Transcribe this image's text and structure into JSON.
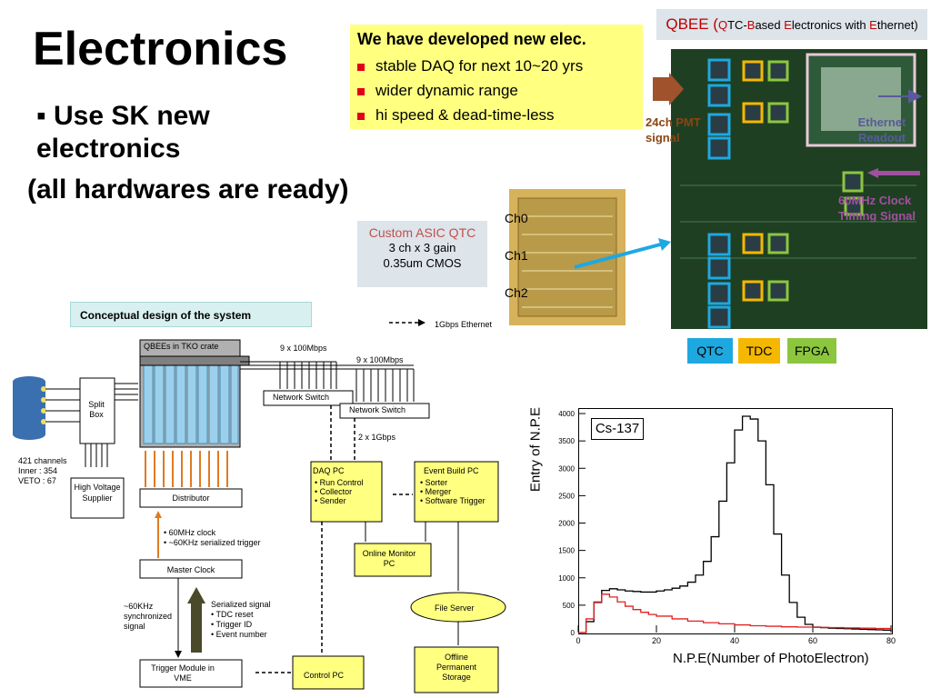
{
  "slide": {
    "title": "Electronics",
    "bullet": "▪ Use SK new electronics",
    "sub": "(all hardwares are ready)"
  },
  "yellow_box": {
    "heading": "We have developed new elec.",
    "items": [
      "stable DAQ for next 10~20 yrs",
      "wider dynamic range",
      "hi speed & dead-time-less"
    ]
  },
  "qbee": {
    "title_q": "Q",
    "title_tc": "TC-",
    "title_b": "B",
    "title_ased": "ased ",
    "title_e": "E",
    "title_lect": "lectronics with ",
    "title_e2": "E",
    "title_thernet": "thernet)",
    "title_prefix": "QBEE (",
    "pmt_label": "24ch PMT signal",
    "eth_label": "Ethernet Readout",
    "clock_label": "60MHz Clock Timing Signal",
    "legend": [
      {
        "label": "QTC",
        "color": "#1ea8e0"
      },
      {
        "label": "TDC",
        "color": "#f5b800"
      },
      {
        "label": "FPGA",
        "color": "#8cc63f"
      }
    ],
    "channels": [
      "Ch0",
      "Ch1",
      "Ch2"
    ]
  },
  "asic": {
    "heading": "Custom ASIC  QTC",
    "line1": "3 ch x 3 gain",
    "line2": "0.35um CMOS"
  },
  "diagram": {
    "title": "Conceptual design of the system",
    "ethernet_legend": "1Gbps Ethernet",
    "qbees": "QBEEs in TKO crate",
    "mbps1": "9 x 100Mbps",
    "mbps2": "9 x 100Mbps",
    "gbps": "2 x 1Gbps",
    "switch1": "Network Switch",
    "switch2": "Network Switch",
    "split": "Split Box",
    "channels": "421 channels",
    "inner": "Inner : 354",
    "veto": "VETO : 67",
    "hv": "High Voltage Supplier",
    "distributor": "Distributor",
    "clock_notes": [
      "• 60MHz clock",
      "• ~60KHz serialized trigger"
    ],
    "master_clock": "Master Clock",
    "sync_signal": "~60KHz synchronized signal",
    "serialized": [
      "Serialized signal",
      "• TDC reset",
      "• Trigger ID",
      "• Event number"
    ],
    "trigger_module": "Trigger Module in VME",
    "daq_pc": "DAQ PC",
    "daq_items": [
      "• Run Control",
      "• Collector",
      "• Sender"
    ],
    "event_build": "Event Build PC",
    "event_items": [
      "• Sorter",
      "• Merger",
      "• Software Trigger"
    ],
    "online_monitor": "Online Monitor PC",
    "file_server": "File Server",
    "control_pc": "Control PC",
    "offline": "Offline Permanent Storage"
  },
  "chart_data": {
    "type": "line",
    "annotation": "Cs-137",
    "xlabel": "N.P.E(Number of PhotoElectron)",
    "ylabel": "Entry of N.P.E",
    "xlim": [
      0,
      80
    ],
    "ylim": [
      0,
      4100
    ],
    "xticks": [
      0,
      20,
      40,
      60,
      80
    ],
    "yticks": [
      0,
      500,
      1000,
      1500,
      2000,
      2500,
      3000,
      3500,
      4000
    ],
    "series": [
      {
        "color": "#000000",
        "x": [
          0,
          2,
          4,
          6,
          8,
          10,
          12,
          14,
          16,
          18,
          20,
          22,
          24,
          26,
          28,
          30,
          32,
          34,
          36,
          38,
          40,
          42,
          44,
          46,
          48,
          50,
          52,
          54,
          56,
          58,
          60,
          62,
          64,
          66,
          68,
          70,
          72,
          74,
          76,
          78,
          80
        ],
        "y": [
          0,
          200,
          550,
          770,
          800,
          780,
          760,
          750,
          740,
          740,
          760,
          780,
          810,
          850,
          920,
          1050,
          1300,
          1750,
          2400,
          3100,
          3700,
          3950,
          3900,
          3500,
          2700,
          1800,
          1050,
          550,
          280,
          150,
          100,
          90,
          80,
          75,
          70,
          65,
          60,
          55,
          50,
          45,
          40
        ]
      },
      {
        "color": "#e02020",
        "x": [
          0,
          2,
          4,
          6,
          8,
          10,
          12,
          14,
          16,
          18,
          20,
          24,
          28,
          32,
          36,
          40,
          44,
          48,
          52,
          56,
          60,
          64,
          68,
          72,
          76,
          80
        ],
        "y": [
          0,
          250,
          560,
          700,
          650,
          560,
          480,
          420,
          370,
          330,
          300,
          250,
          210,
          180,
          160,
          140,
          125,
          115,
          105,
          100,
          95,
          90,
          85,
          80,
          75,
          70
        ]
      }
    ]
  }
}
